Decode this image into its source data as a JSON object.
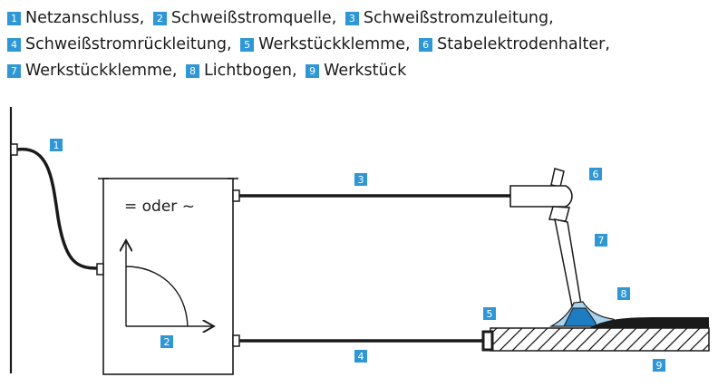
{
  "legend": {
    "line1": [
      {
        "num": "1",
        "label": "Netzanschluss",
        "sep": ","
      },
      {
        "num": "2",
        "label": "Schweißstromquelle",
        "sep": ","
      },
      {
        "num": "3",
        "label": "Schweißstromzuleitung",
        "sep": ","
      }
    ],
    "line2": [
      {
        "num": "4",
        "label": "Schweißstromrückleitung",
        "sep": ","
      },
      {
        "num": "5",
        "label": "Werkstückklemme",
        "sep": ","
      },
      {
        "num": "6",
        "label": "Stabelektrodenhalter",
        "sep": ","
      }
    ],
    "line3": [
      {
        "num": "7",
        "label": "Werkstückklemme",
        "sep": ","
      },
      {
        "num": "8",
        "label": "Lichtbogen",
        "sep": ","
      },
      {
        "num": "9",
        "label": "Werkstück",
        "sep": ""
      }
    ]
  },
  "diagram": {
    "source_text": "= oder ~",
    "labels": [
      "1",
      "2",
      "3",
      "4",
      "5",
      "6",
      "7",
      "8",
      "9"
    ]
  },
  "colors": {
    "badge": "#2f97d6",
    "arc": "#1d7cc2",
    "arc_glow": "#a9d2ec",
    "line": "#1a1a1a"
  }
}
